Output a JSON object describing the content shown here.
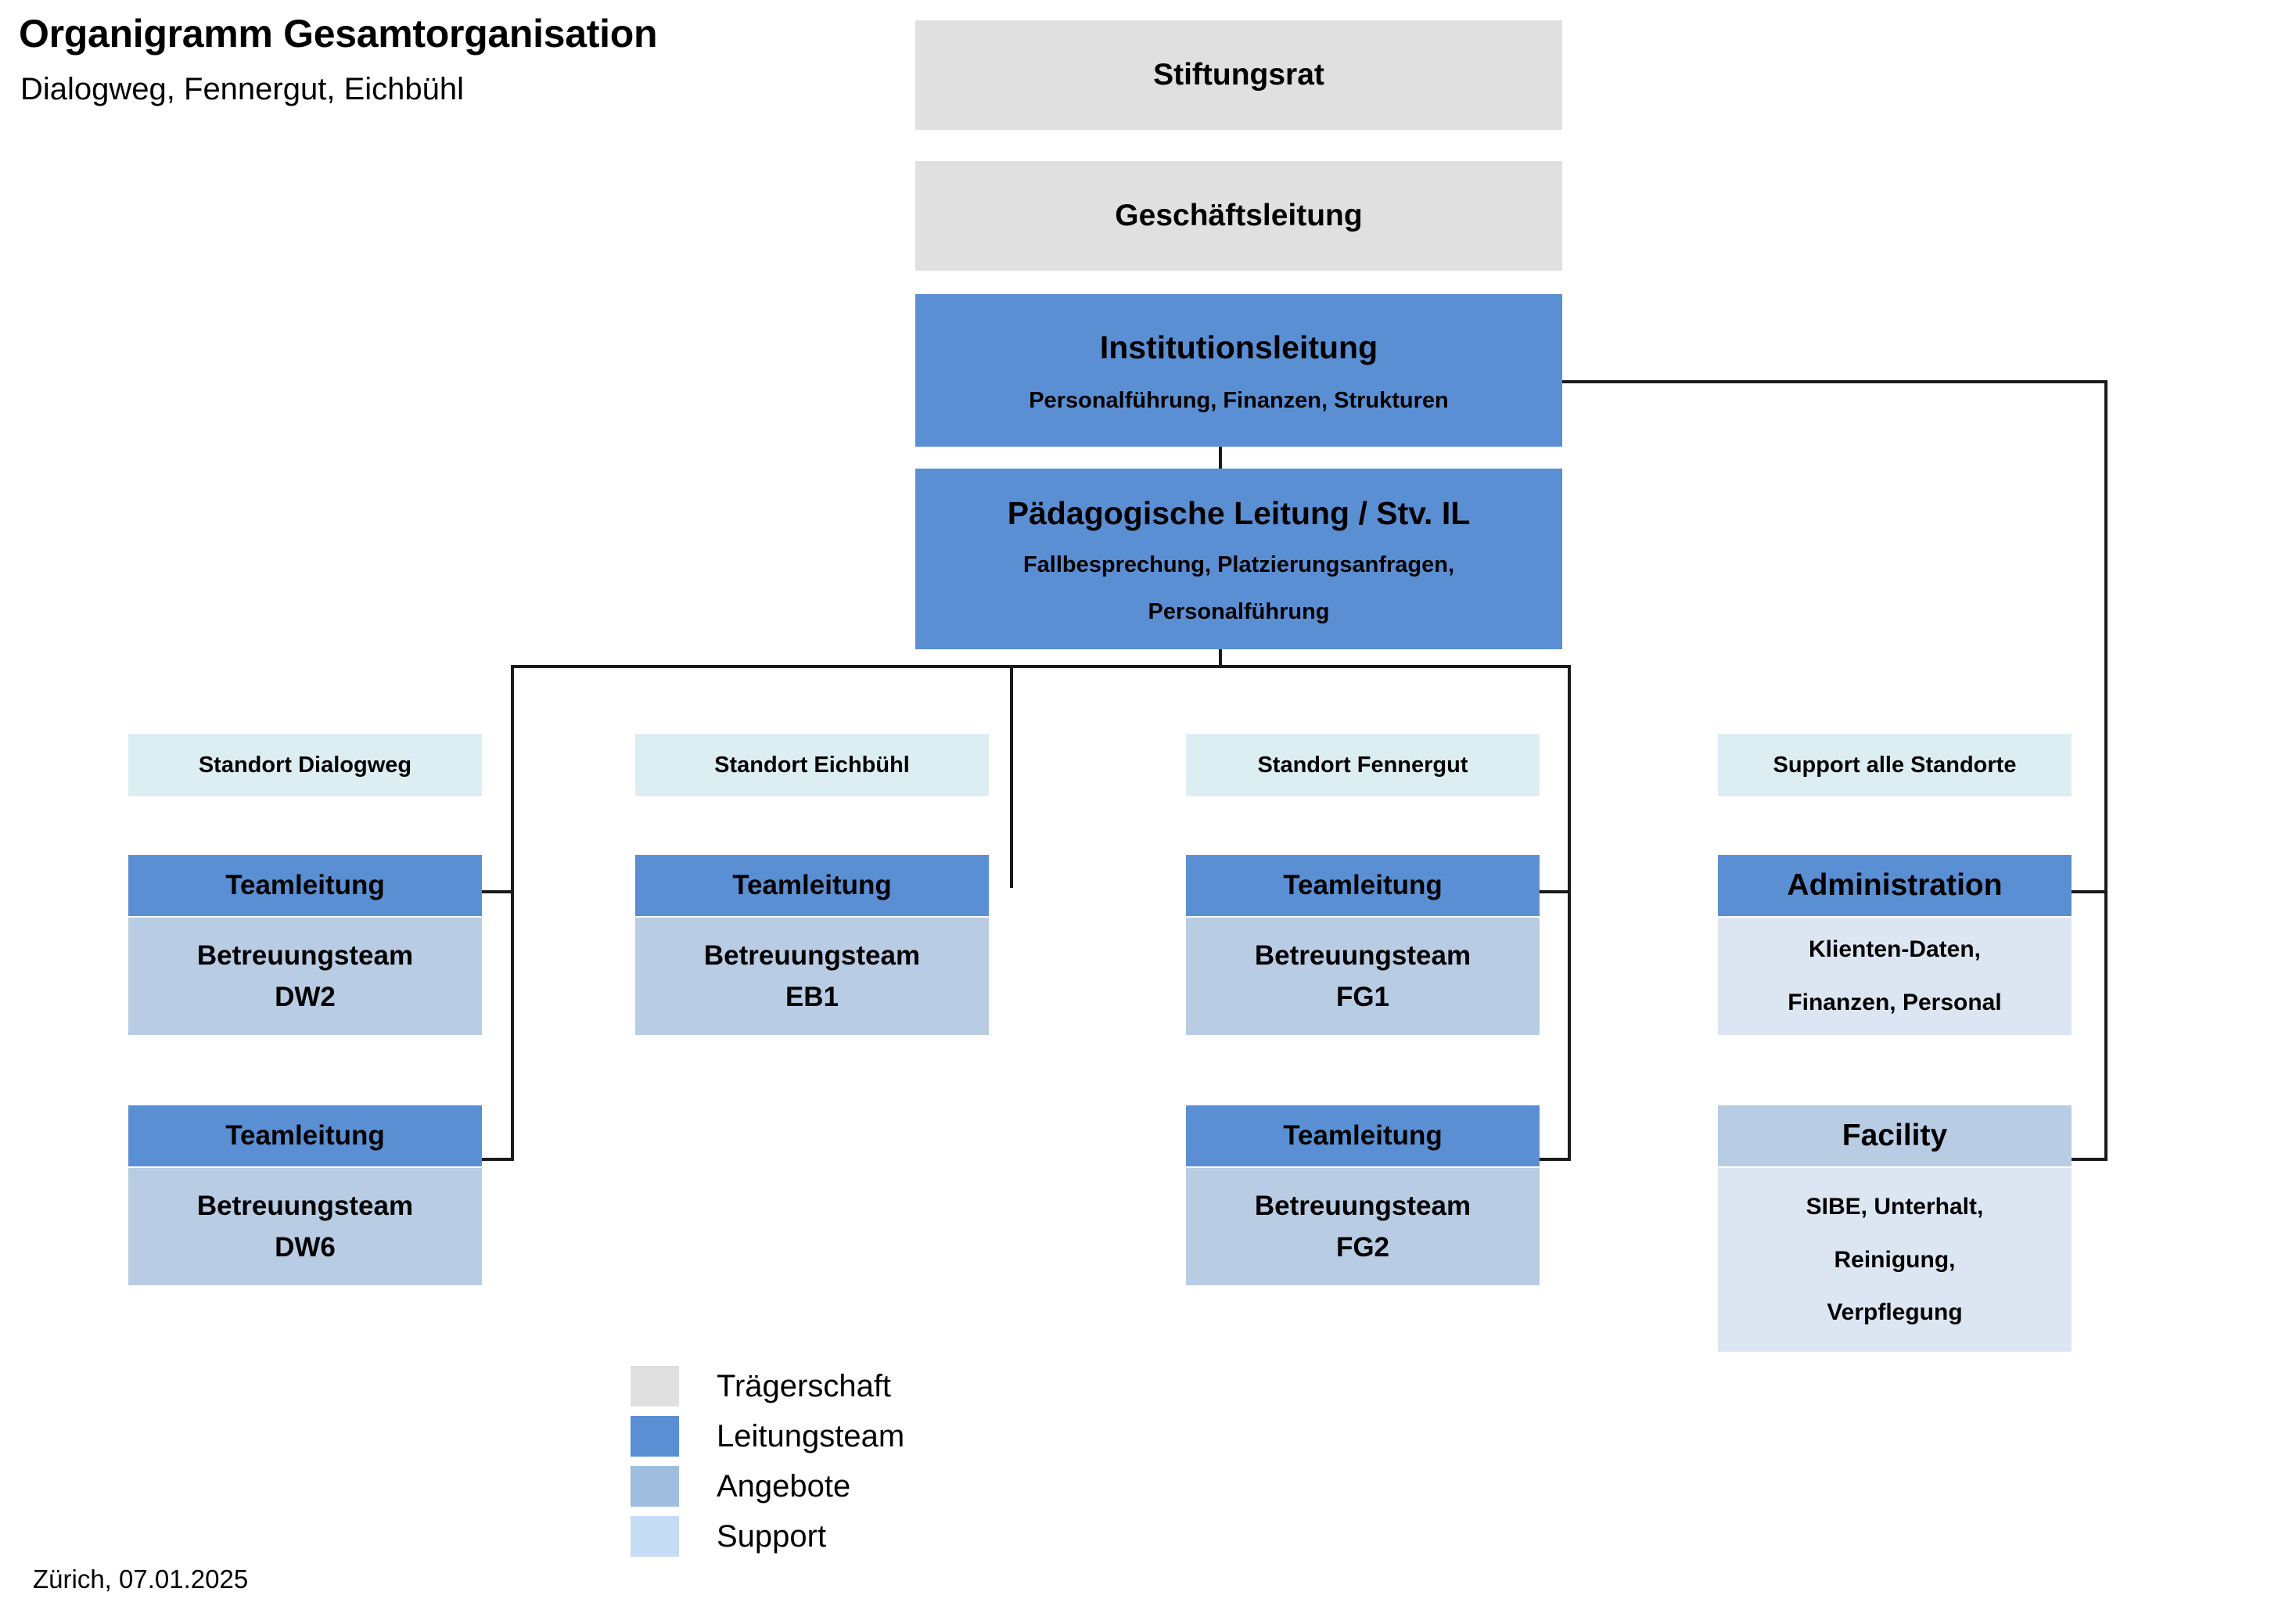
{
  "header": {
    "title": "Organigramm Gesamtorganisation",
    "subtitle": "Dialogweg, Fennergut, Eichbühl"
  },
  "footer": {
    "place_date": "Zürich, 07.01.2025"
  },
  "colors": {
    "traegerschaft": "#e0e0e0",
    "leitungsteam": "#5b8fd4",
    "angebote": "#b8cce4",
    "support": "#dce6f2",
    "standort_header": "#ddeef3",
    "connector": "#1a1a1a"
  },
  "top_nodes": [
    {
      "title": "Stiftungsrat",
      "category": "traegerschaft"
    },
    {
      "title": "Geschäftsleitung",
      "category": "traegerschaft"
    },
    {
      "title": "Institutionsleitung",
      "subtitle": "Personalführung, Finanzen, Strukturen",
      "category": "leitungsteam"
    },
    {
      "title": "Pädagogische Leitung / Stv. IL",
      "subtitle_line1": "Fallbesprechung, Platzierungsanfragen,",
      "subtitle_line2": "Personalführung",
      "category": "leitungsteam"
    }
  ],
  "columns": [
    {
      "header": "Standort Dialogweg",
      "units": [
        {
          "lead": "Teamleitung",
          "team_line1": "Betreuungsteam",
          "team_line2": "DW2"
        },
        {
          "lead": "Teamleitung",
          "team_line1": "Betreuungsteam",
          "team_line2": "DW6"
        }
      ]
    },
    {
      "header": "Standort Eichbühl",
      "units": [
        {
          "lead": "Teamleitung",
          "team_line1": "Betreuungsteam",
          "team_line2": "EB1"
        }
      ]
    },
    {
      "header": "Standort Fennergut",
      "units": [
        {
          "lead": "Teamleitung",
          "team_line1": "Betreuungsteam",
          "team_line2": "FG1"
        },
        {
          "lead": "Teamleitung",
          "team_line1": "Betreuungsteam",
          "team_line2": "FG2"
        }
      ]
    },
    {
      "header": "Support alle Standorte",
      "units": [
        {
          "lead": "Administration",
          "team_line1": "Klienten-Daten,",
          "team_line2": "Finanzen, Personal"
        },
        {
          "lead": "Facility",
          "team_line1": "SIBE, Unterhalt,",
          "team_line2": "Reinigung,",
          "team_line3": "Verpflegung"
        }
      ]
    }
  ],
  "legend": [
    {
      "label": "Trägerschaft",
      "color": "#e0e0e0"
    },
    {
      "label": "Leitungsteam",
      "color": "#5b8fd4"
    },
    {
      "label": "Angebote",
      "color": "#9fbddf"
    },
    {
      "label": "Support",
      "color": "#c6dcf5"
    }
  ]
}
